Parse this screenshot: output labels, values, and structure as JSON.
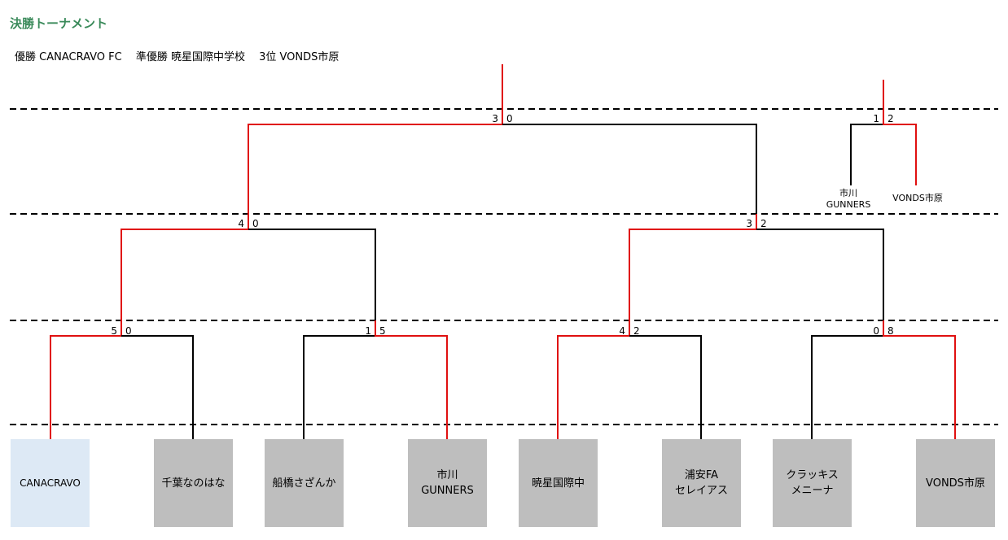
{
  "title": "決勝トーナメント",
  "results": "優勝 CANACRAVO FC　 準優勝 暁星国際中学校　 3位 VONDS市原",
  "colors": {
    "winner_line": "#e01010",
    "loser_line": "#000000",
    "title": "#3a8a5a",
    "team_box": "#bebebe",
    "champion_box": "#dde9f5"
  },
  "teams": [
    {
      "name": "CANACRAVO"
    },
    {
      "name": "千葉なのはな"
    },
    {
      "name": "船橋さざんか"
    },
    {
      "name": "市川\nGUNNERS"
    },
    {
      "name": "暁星国際中"
    },
    {
      "name": "浦安FA\nセレイアス"
    },
    {
      "name": "クラッキス\nメニーナ"
    },
    {
      "name": "VONDS市原"
    }
  ],
  "round1": [
    {
      "left": "5",
      "right": "0"
    },
    {
      "left": "1",
      "right": "5"
    },
    {
      "left": "4",
      "right": "2"
    },
    {
      "left": "0",
      "right": "8"
    }
  ],
  "semifinals": [
    {
      "left": "4",
      "right": "0"
    },
    {
      "left": "3",
      "right": "2"
    }
  ],
  "final": {
    "left": "3",
    "right": "0"
  },
  "third_place": {
    "left": "1",
    "right": "2",
    "team_left": "市川\nGUNNERS",
    "team_right": "VONDS市原"
  }
}
